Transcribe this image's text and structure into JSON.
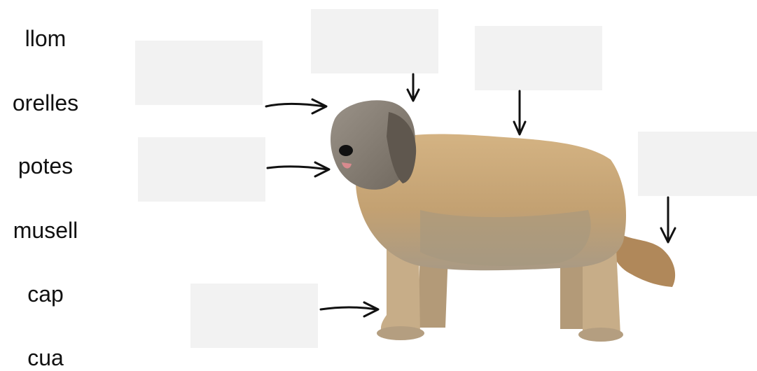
{
  "word_bank": {
    "items": [
      "llom",
      "orelles",
      "potes",
      "musell",
      "cap",
      "cua"
    ]
  },
  "drop_zones": {
    "count": 6,
    "fill_color": "#f2f2f2"
  },
  "illustration": {
    "subject": "dog",
    "fur_color": "#c9a574",
    "head_color": "#8b8378"
  },
  "arrow_color": "#111111"
}
